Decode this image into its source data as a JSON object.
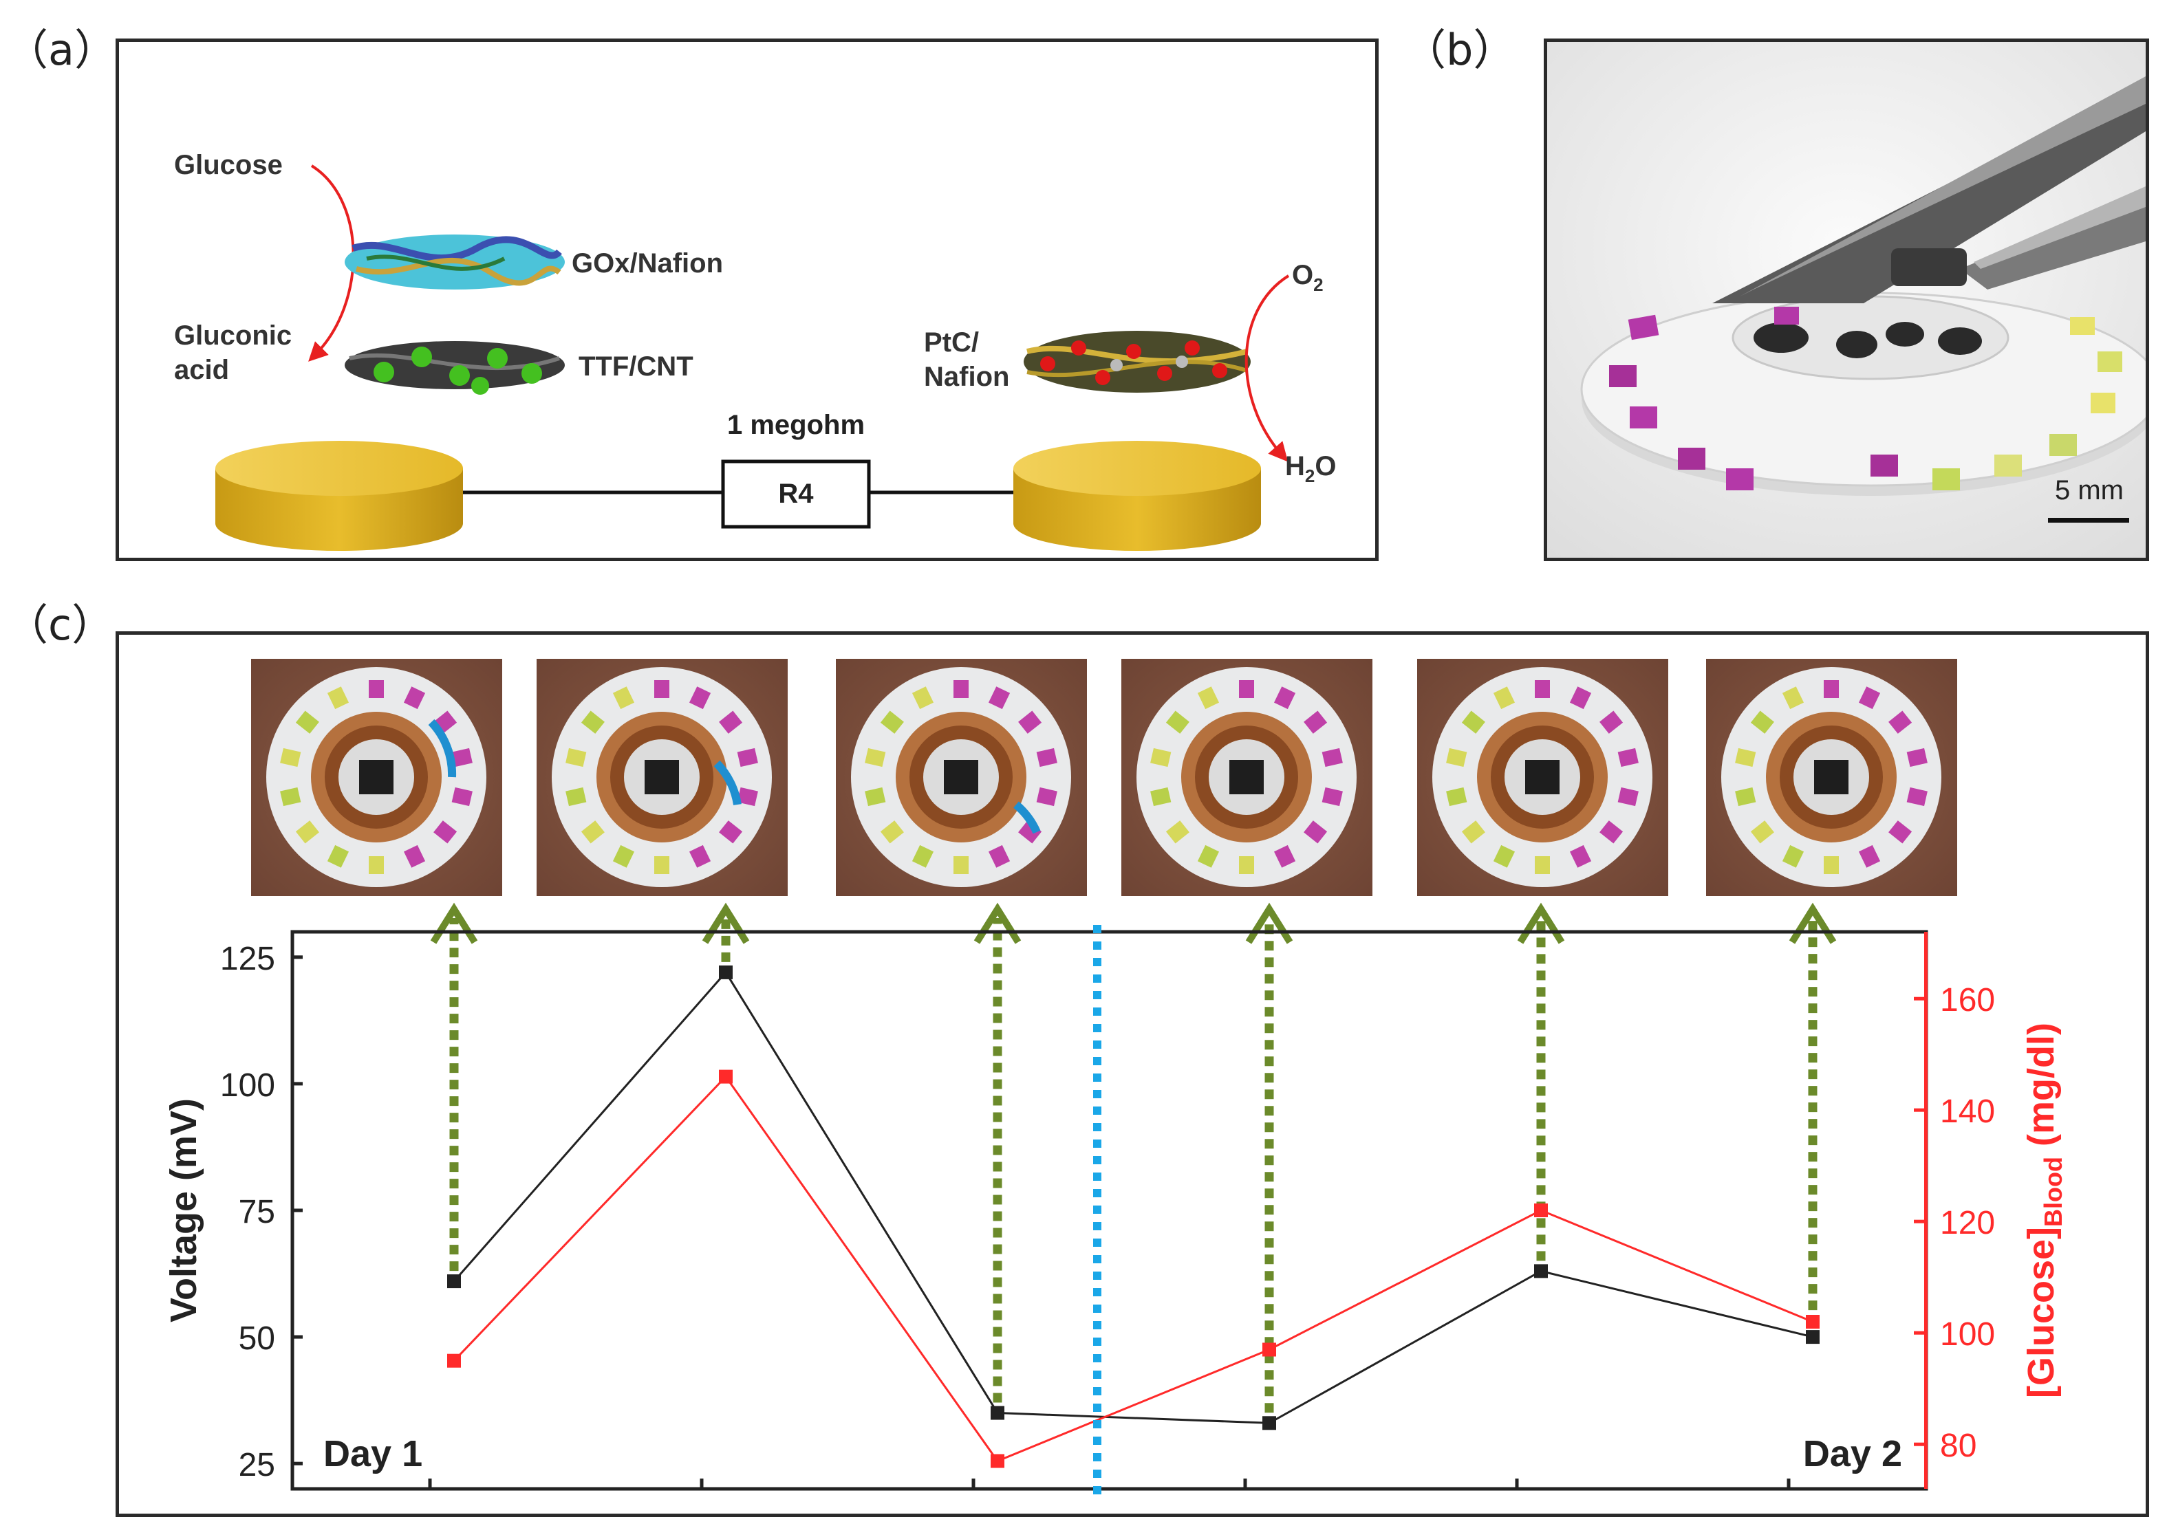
{
  "panels": {
    "a": "（a）",
    "b": "（b）",
    "c": "（c）"
  },
  "panel_a": {
    "glucose": "Glucose",
    "gox": "GOx/Nafion",
    "gluconic_1": "Gluconic",
    "gluconic_2": "acid",
    "ttf": "TTF/CNT",
    "ptc_1": "PtC/",
    "ptc_2": "Nafion",
    "o2_base": "O",
    "o2_sub": "2",
    "h2o_h": "H",
    "h2o_sub": "2",
    "h2o_o": "O",
    "resistor_value": "1 megohm",
    "resistor_label": "R4"
  },
  "panel_b": {
    "scale_bar": "5 mm"
  },
  "chart_data": {
    "type": "line",
    "x": [
      1,
      2,
      3,
      4,
      5,
      6
    ],
    "day_start": "Day 1",
    "day_end": "Day 2",
    "ylabel_left": "Voltage (mV)",
    "ylabel_right_main": "[Glucose]",
    "ylabel_right_sub": "Blood",
    "ylabel_right_unit": " (mg/dl)",
    "ylim_left": [
      20,
      130
    ],
    "ylim_right": [
      72,
      172
    ],
    "yticks_left": [
      25,
      50,
      75,
      100,
      125
    ],
    "yticks_right": [
      80,
      100,
      120,
      140,
      160
    ],
    "series": [
      {
        "values": [
          61,
          122,
          35,
          33,
          63,
          50
        ],
        "color": "#222222",
        "axis": "left"
      },
      {
        "values": [
          95,
          146,
          77,
          97,
          122,
          102
        ],
        "color": "#ff2a2a",
        "axis": "right"
      }
    ],
    "divider_color": "#1aa7e8",
    "arrow_color": "#6b8a2a"
  }
}
